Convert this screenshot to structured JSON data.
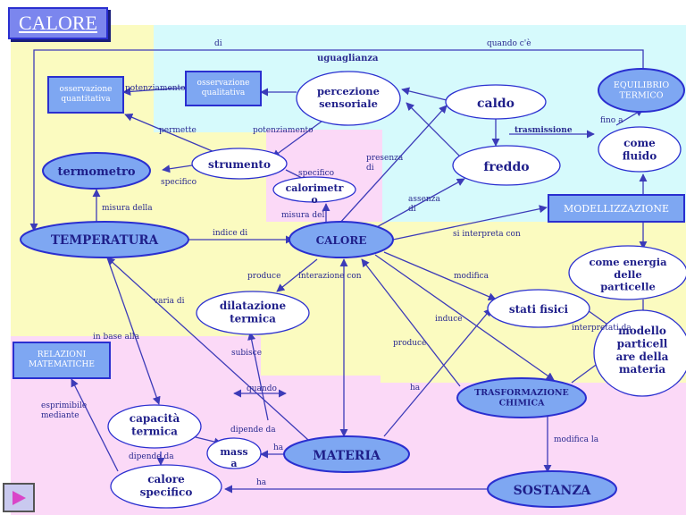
{
  "title": "CALORE",
  "colors": {
    "ellipse_fill": "#7ea7f2",
    "ellipse_stroke": "#2a2fd0",
    "line": "#3c3bb8",
    "box_fill": "#7ea7f2",
    "text": "#1f1f8a",
    "white_text": "#ffffff",
    "link_label": "#2a2a90"
  },
  "regions": [
    {
      "id": "yellow-top",
      "color": "#fbfbc0"
    },
    {
      "id": "cyan-top",
      "color": "#d6fafc"
    },
    {
      "id": "pink-mid",
      "color": "#fbd9f7"
    },
    {
      "id": "yellow-right",
      "color": "#fbfbc0"
    },
    {
      "id": "pink-bottom",
      "color": "#fbd9f7"
    },
    {
      "id": "cyan-right",
      "color": "#d6fafc"
    }
  ],
  "nodes": {
    "percezione": "percezione sensoriale",
    "caldo": "caldo",
    "equilibrio": "EQUILIBRIO TERMICO",
    "oss_qual": "osservazione qualitativa",
    "oss_quant": "osservazione quantitativa",
    "come_fluido": "come fluido",
    "freddo": "freddo",
    "strumento": "strumento",
    "termometro": "termometro",
    "calorimetro": "calorimetro",
    "modellizzazione": "MODELLIZZAZIONE",
    "temperatura": "TEMPERATURA",
    "calore": "CALORE",
    "come_energia": "come energia delle particelle",
    "dilatazione": "dilatazione termica",
    "stati_fisici": "stati fisici",
    "modello": "modello particellare della materia",
    "relazioni": "RELAZIONI MATEMATICHE",
    "trasformazione": "TRASFORMAZIONE CHIMICA",
    "capacita": "capacità termica",
    "massa": "massa",
    "materia": "MATERIA",
    "calore_specifico": "calore specifico",
    "sostanza": "SOSTANZA"
  },
  "links": {
    "di": "di",
    "quando_ce": "quando c'è",
    "uguaglianza": "uguaglianza",
    "potenziamento1": "potenziamento",
    "potenziamento2": "potenziamento",
    "permette": "permette",
    "trasmissione": "trasmissione",
    "fino_a": "fino a",
    "specifico1": "specifico",
    "specifico2": "specifico",
    "presenza_di": "presenza di",
    "assenza_di": "assenza di",
    "misura_della": "misura della",
    "misura_del": "misura del",
    "indice_di": "indice di",
    "si_interpreta_con": "si interpreta con",
    "produce1": "produce",
    "interazione_con": "interazione con",
    "modifica": "modifica",
    "varia_di": "varia di",
    "induce": "induce",
    "interpretati_da": "interpretati da",
    "in_base_alla": "in base alla",
    "produce2": "produce",
    "subisce": "subisce",
    "quando": "quando",
    "ha1": "ha",
    "esprimibile_mediante": "esprimibile mediante",
    "dipende_da1": "dipende da",
    "ha2": "ha",
    "modifica_la": "modifica la",
    "dipende_da2": "dipende da",
    "ha3": "ha"
  }
}
